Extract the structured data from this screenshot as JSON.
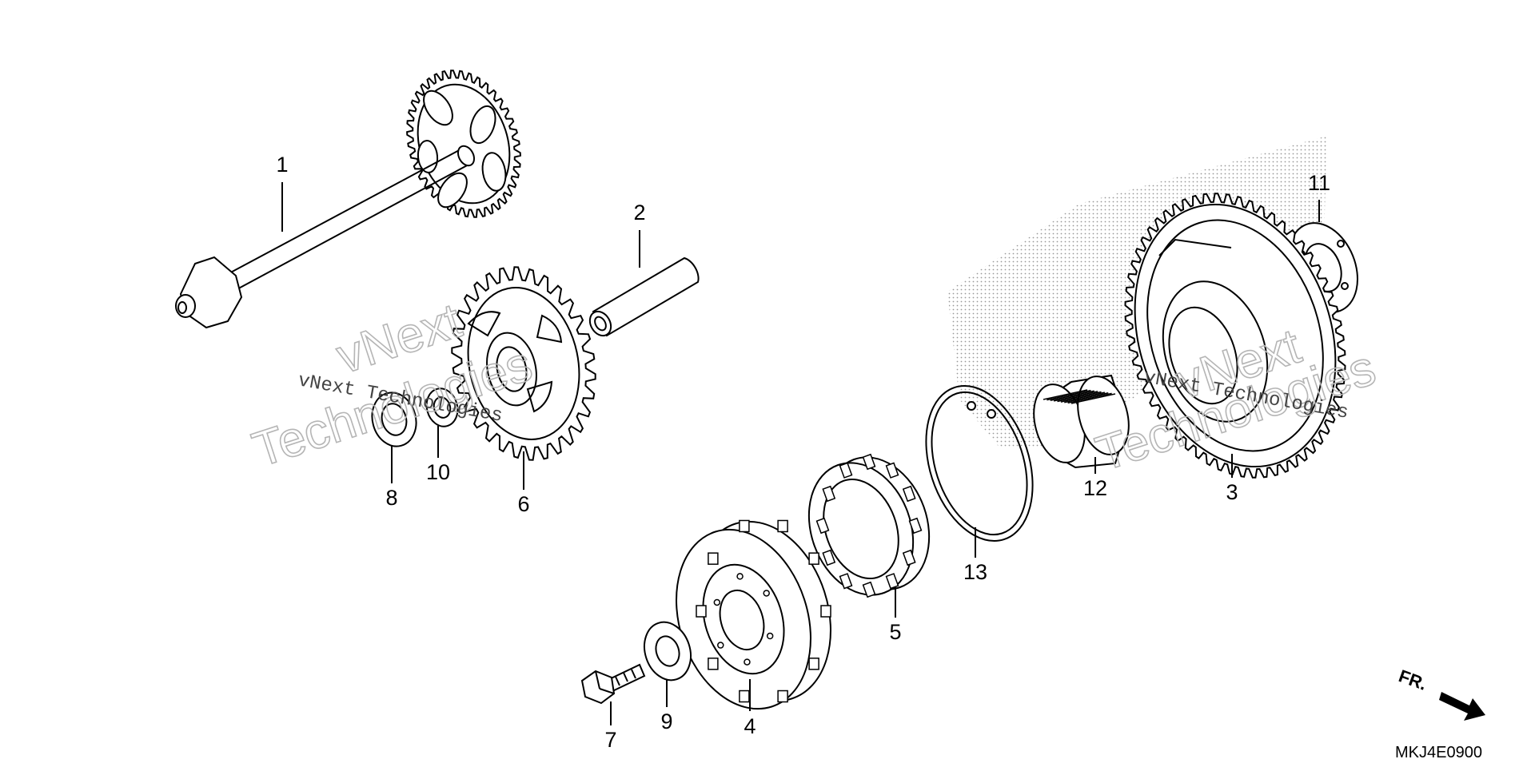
{
  "diagram": {
    "code": "MKJ4E0900",
    "direction_label": "FR.",
    "watermark": {
      "brand": "vNext",
      "company": "Technologies",
      "full": "vNext Technologies"
    },
    "parts": [
      {
        "ref": "1"
      },
      {
        "ref": "2"
      },
      {
        "ref": "3"
      },
      {
        "ref": "4"
      },
      {
        "ref": "5"
      },
      {
        "ref": "6"
      },
      {
        "ref": "7"
      },
      {
        "ref": "8"
      },
      {
        "ref": "9"
      },
      {
        "ref": "10"
      },
      {
        "ref": "11"
      },
      {
        "ref": "12"
      },
      {
        "ref": "13"
      }
    ]
  }
}
